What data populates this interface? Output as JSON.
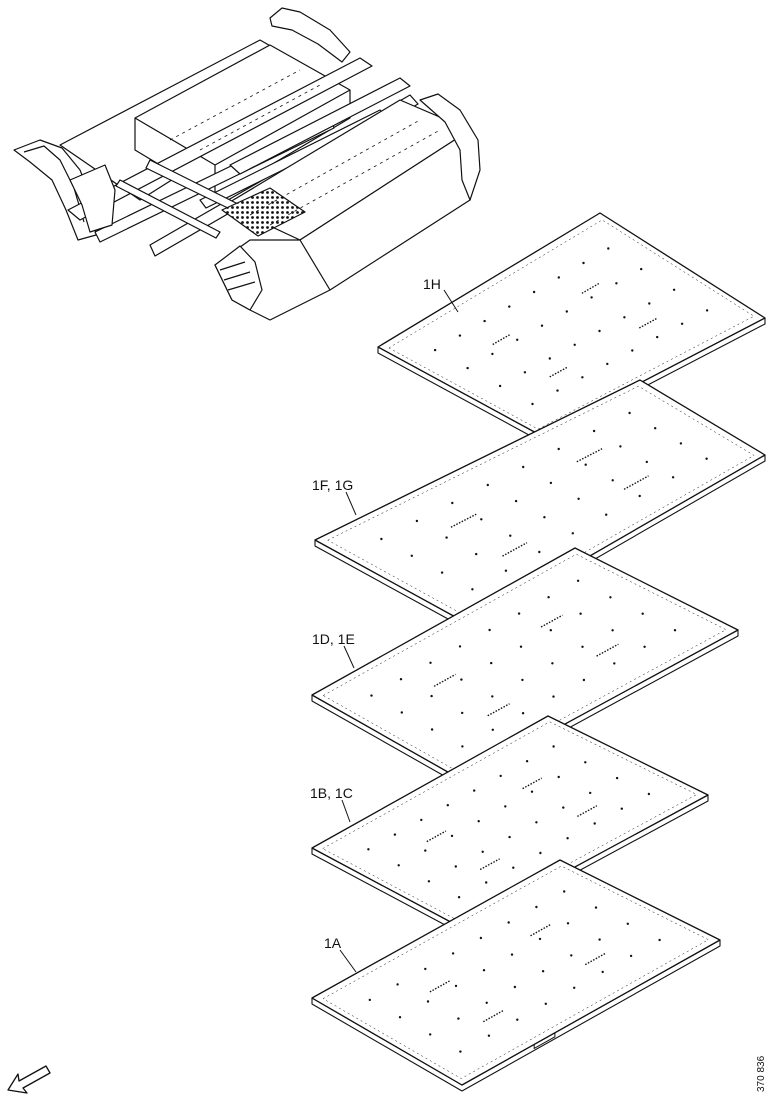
{
  "callouts": {
    "h": "1H",
    "fg": "1F, 1G",
    "de": "1D, 1E",
    "bc": "1B, 1C",
    "a": "1A"
  },
  "document_number": "370 836",
  "icons": {
    "direction": "arrow-down-left-icon"
  },
  "colors": {
    "line": "#111111",
    "background": "#ffffff"
  }
}
